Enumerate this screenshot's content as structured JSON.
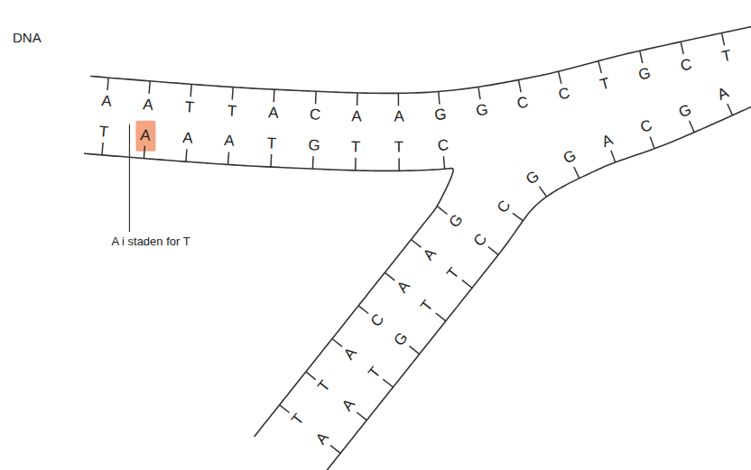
{
  "diagram": {
    "labels": [
      "DNA",
      "A",
      "A",
      "T",
      "T",
      "A",
      "C",
      "A",
      "A",
      "G",
      "G",
      "C",
      "C",
      "T",
      "G",
      "C",
      "T",
      "T",
      "A",
      "A",
      "A",
      "T",
      "G",
      "T",
      "T",
      "C",
      "G",
      "A",
      "A",
      "C",
      "A",
      "T",
      "T",
      "C",
      "T",
      "T",
      "G",
      "T",
      "A",
      "A",
      "C",
      "G",
      "G",
      "A",
      "C",
      "G",
      "A",
      "A i staden for T"
    ]
  }
}
